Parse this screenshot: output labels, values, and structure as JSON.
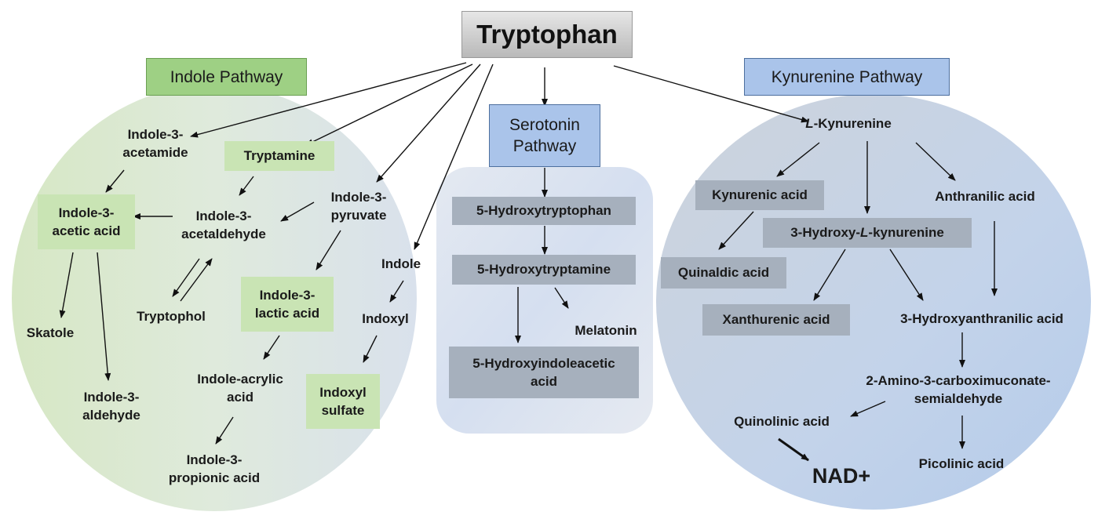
{
  "title": "Tryptophan",
  "pathways": {
    "indole": {
      "label": "Indole Pathway",
      "nodes": {
        "indole_3_acetamide": "Indole-3-\nacetamide",
        "tryptamine": "Tryptamine",
        "indole_3_acetic_acid": "Indole-3-\nacetic acid",
        "indole_3_acetaldehyde": "Indole-3-\nacetaldehyde",
        "indole_3_pyruvate": "Indole-3-\npyruvate",
        "indole": "Indole",
        "indoxyl": "Indoxyl",
        "skatole": "Skatole",
        "tryptophol": "Tryptophol",
        "indole_3_lactic_acid": "Indole-3-\nlactic acid",
        "indole_acrylic_acid": "Indole-acrylic\nacid",
        "indoxyl_sulfate": "Indoxyl\nsulfate",
        "indole_3_aldehyde": "Indole-3-\naldehyde",
        "indole_3_propionic_acid": "Indole-3-\npropionic acid"
      }
    },
    "serotonin": {
      "label": "Serotonin\nPathway",
      "nodes": {
        "hydroxytryptophan": "5-Hydroxytryptophan",
        "hydroxytryptamine": "5-Hydroxytryptamine",
        "melatonin": "Melatonin",
        "hydroxyindoleacetic_acid": "5-Hydroxyindoleacetic\nacid"
      }
    },
    "kynurenine": {
      "label": "Kynurenine Pathway",
      "nodes": {
        "l_kynurenine_prefix": "L",
        "l_kynurenine_suffix": "-Kynurenine",
        "kynurenic_acid": "Kynurenic acid",
        "anthranilic_acid": "Anthranilic acid",
        "hydroxy_kynurenine_a": "3-Hydroxy-",
        "hydroxy_kynurenine_b": "L",
        "hydroxy_kynurenine_c": "-kynurenine",
        "quinaldic_acid": "Quinaldic acid",
        "xanthurenic_acid": "Xanthurenic acid",
        "hydroxyanthranilic_acid": "3-Hydroxyanthranilic acid",
        "amino_carboximuconate": "2-Amino-3-carboximuconate-\nsemialdehyde",
        "quinolinic_acid": "Quinolinic acid",
        "nad": "NAD+",
        "picolinic_acid": "Picolinic acid"
      }
    }
  },
  "colors": {
    "green_box": "#c9e4b4",
    "green_header": "#9ed084",
    "blue_header": "#aac4ea",
    "slate_box": "#a6b0bd",
    "arrow": "#111111"
  }
}
